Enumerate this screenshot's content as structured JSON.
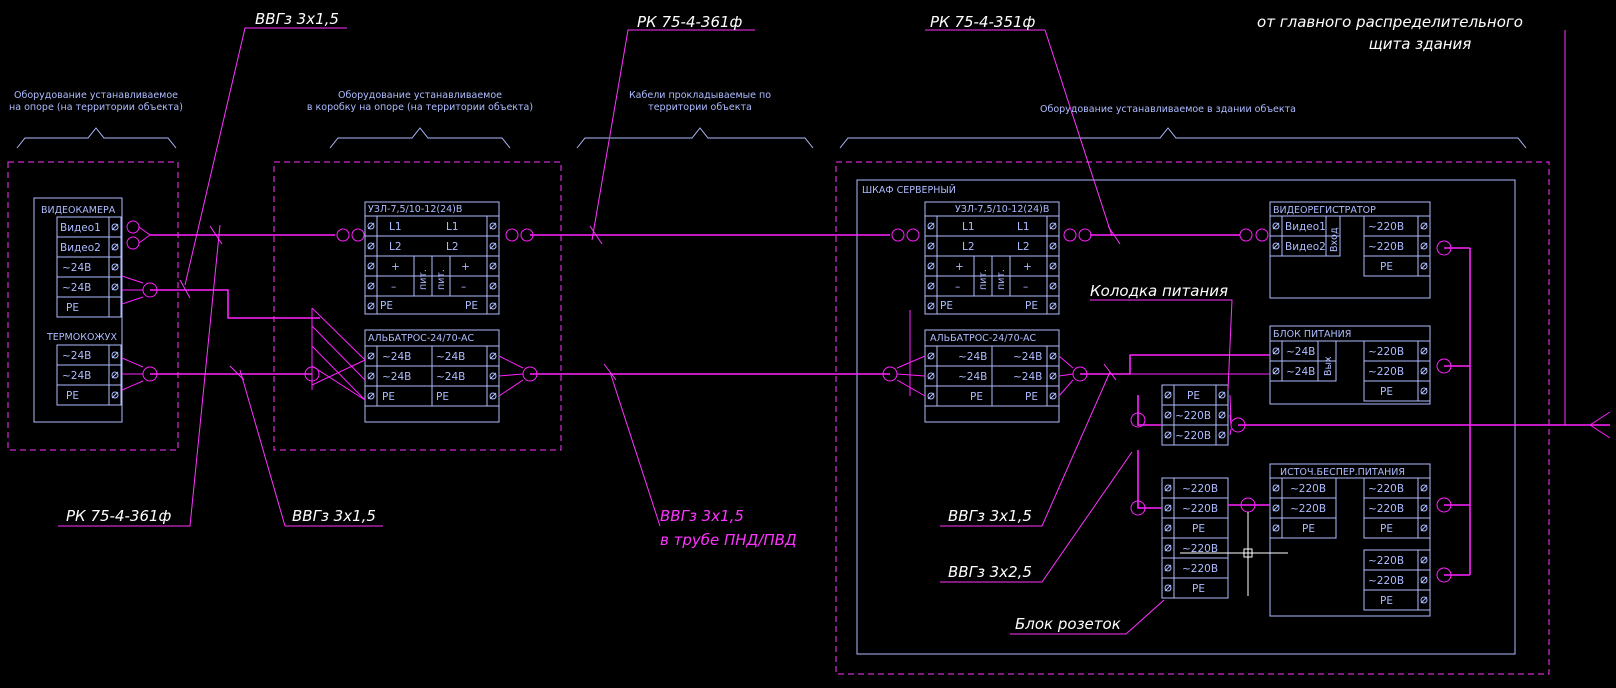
{
  "colors": {
    "background": "#000000",
    "wire": "#ff22ff",
    "device": "#aebcff",
    "label": "#ffffff"
  },
  "groups": {
    "g1_l1": "Оборудование устанавливаемое",
    "g1_l2": "на опоре (на территории объекта)",
    "g2_l1": "Оборудование устанавливаемое",
    "g2_l2": "в коробку на опоре (на территории объекта)",
    "g3_l1": "Кабели прокладываемые по",
    "g3_l2": "территории объекта",
    "g4": "Оборудование устанавливаемое в здании объекта"
  },
  "callouts": {
    "c1": "ВВГз 3х1,5",
    "c2": "РК 75-4-361ф",
    "c3": "РК 75-4-351ф",
    "c4_l1": "от главного распределительного",
    "c4_l2": "щита здания",
    "c5": "РК 75-4-361ф",
    "c6": "ВВГз 3х1,5",
    "c7_l1": "ВВГз 3х1,5",
    "c7_l2": "в трубе ПНД/ПВД",
    "c8": "ВВГз 3х1,5",
    "c9": "ВВГз 3х2,5",
    "c10": "Колодка питания",
    "c11": "Блок розеток"
  },
  "devices": {
    "camera": {
      "title": "ВИДЕОКАМЕРА",
      "rows": [
        "Видео1",
        "Видео2",
        "~24В",
        "~24В",
        "PE"
      ]
    },
    "thermo": {
      "title": "ТЕРМОКОЖУХ",
      "rows": [
        "~24В",
        "~24В",
        "PE"
      ]
    },
    "uzl_left": {
      "title": "УЗЛ-7,5/10-12(24)В",
      "l1": "L1",
      "l2": "L2",
      "plus": "+",
      "minus": "–",
      "pit": "пит.",
      "pe": "PE"
    },
    "alb_left": {
      "title": "АЛЬБАТРОС-24/70-АС",
      "rows_left": [
        "~24В",
        "~24В",
        "PE"
      ],
      "rows_right": [
        "~24В",
        "~24В",
        "PE"
      ]
    },
    "cabinet": {
      "title": "ШКАФ СЕРВЕРНЫЙ"
    },
    "uzl_right": {
      "title": "УЗЛ-7,5/10-12(24)В",
      "l1": "L1",
      "l2": "L2",
      "plus": "+",
      "minus": "–",
      "pit": "пит.",
      "pe": "PE"
    },
    "alb_right": {
      "title": "АЛЬБАТРОС-24/70-АС",
      "rows_left": [
        "~24В",
        "~24В",
        "PE"
      ],
      "rows_right": [
        "~24В",
        "~24В",
        "PE"
      ]
    },
    "dvr": {
      "title": "ВИДЕОРЕГИСТРАТОР",
      "inputs": [
        "Видео1",
        "Видео2"
      ],
      "vhod": "Вход",
      "power": [
        "~220В",
        "~220В",
        "PE"
      ]
    },
    "psu": {
      "title": "БЛОК ПИТАНИЯ",
      "outputs": [
        "~24В",
        "~24В"
      ],
      "vyh": "Вых",
      "power": [
        "~220В",
        "~220В",
        "PE"
      ]
    },
    "strip": {
      "rows": [
        "PE",
        "~220В",
        "~220В"
      ]
    },
    "sockets": {
      "rows": [
        "~220В",
        "~220В",
        "PE",
        "~220В",
        "~220В",
        "PE"
      ]
    },
    "ups": {
      "title": "ИСТОЧ.БЕСПЕР.ПИТАНИЯ",
      "rows_left": [
        "~220В",
        "~220В",
        "PE"
      ],
      "rows_right": [
        "~220В",
        "~220В",
        "PE"
      ],
      "rows_right2": [
        "~220В",
        "~220В",
        "PE"
      ]
    }
  }
}
